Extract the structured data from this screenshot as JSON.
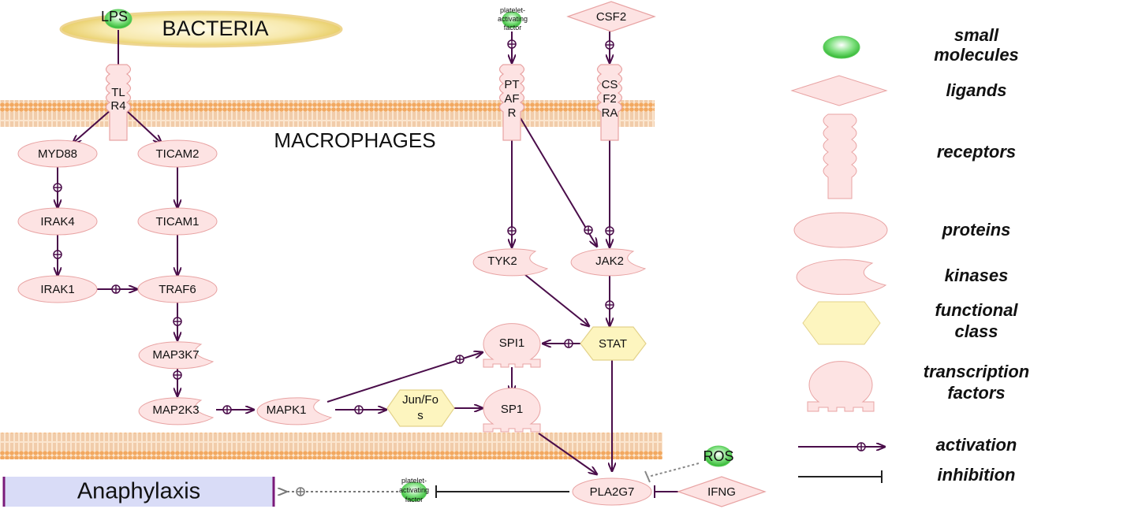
{
  "diagram": {
    "bacteria_label": "BACTERIA",
    "macrophages_label": "MACROPHAGES",
    "outcome_label": "Anaphylaxis",
    "small_molecules": {
      "lps": "LPS",
      "paf_top": [
        "platelet-",
        "activating",
        "factor"
      ],
      "paf_bottom": [
        "platelet-",
        "activating",
        "factor"
      ],
      "ros": "ROS"
    },
    "ligands": {
      "csf2": "CSF2",
      "ifng": "IFNG"
    },
    "receptors": {
      "tlr4": [
        "TL",
        "R4"
      ],
      "ptafr": [
        "PT",
        "AF",
        "R"
      ],
      "csf2ra": [
        "CS",
        "F2",
        "RA"
      ]
    },
    "proteins": {
      "myd88": "MYD88",
      "ticam2": "TICAM2",
      "irak4": "IRAK4",
      "ticam1": "TICAM1",
      "irak1": "IRAK1",
      "traf6": "TRAF6",
      "pla2g7": "PLA2G7"
    },
    "kinases": {
      "map3k7": "MAP3K7",
      "map2k3": "MAP2K3",
      "mapk1": "MAPK1",
      "tyk2": "TYK2",
      "jak2": "JAK2"
    },
    "functional_classes": {
      "stat": "STAT",
      "junfos": [
        "Jun/Fo",
        "s"
      ]
    },
    "transcription_factors": {
      "spi1": "SPI1",
      "sp1": "SP1"
    }
  },
  "legend": {
    "small_molecules": [
      "small",
      "molecules"
    ],
    "ligands": "ligands",
    "receptors": "receptors",
    "proteins": "proteins",
    "kinases": "kinases",
    "functional_class": [
      "functional",
      "class"
    ],
    "transcription_factors": [
      "transcription",
      "factors"
    ],
    "activation": "activation",
    "inhibition": "inhibition"
  },
  "colors": {
    "node_fill": "#fde3e3",
    "node_stroke": "#e8a3a3",
    "edge": "#4a0d4a",
    "membrane": "#f2b06a",
    "bacteria": "#f6e7a6",
    "small_molecule": "#6fdc6f",
    "functional_class": "#fdf5bf",
    "outcome_fill": "#d9dcf7",
    "outcome_border": "#7a1a7a"
  }
}
